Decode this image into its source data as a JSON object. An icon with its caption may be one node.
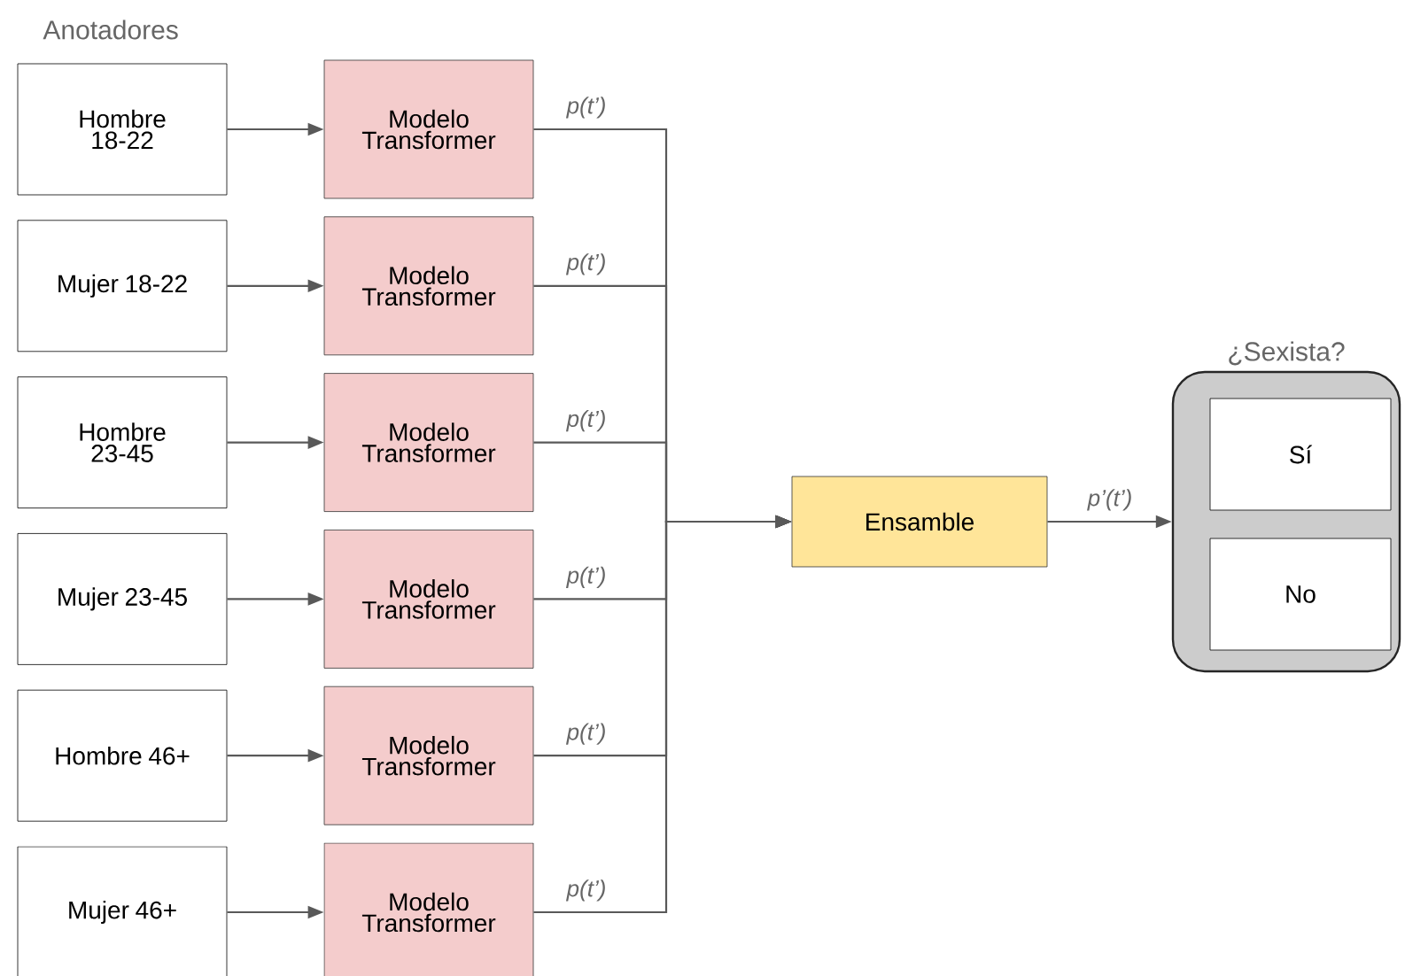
{
  "diagram": {
    "nodes": [
      {
        "text": [
          "Hombre 18-22"
        ]
      },
      {
        "text": [
          "Mujer 18-22"
        ]
      },
      {
        "text": [
          "Hombre 23-45"
        ]
      },
      {
        "text": [
          "Mujer 23-45"
        ]
      },
      {
        "text": [
          "Hombre 46+"
        ]
      },
      {
        "text": [
          "Mujer 46+"
        ]
      },
      {
        "text": [
          "Modelo Transformer"
        ]
      },
      {
        "text": [
          "Modelo Transformer"
        ]
      },
      {
        "text": [
          "Modelo Transformer"
        ]
      },
      {
        "text": [
          "Modelo Transformer"
        ]
      },
      {
        "text": [
          "Modelo Transformer"
        ]
      },
      {
        "text": [
          "Modelo Transformer"
        ]
      },
      {
        "text": [
          "Ensamble"
        ]
      },
      {
        "text": [
          "¿Sexista?"
        ]
      },
      {
        "text": [
          "Sí"
        ],
        "in": 13
      },
      {
        "text": [
          "No"
        ],
        "in": 13
      }
    ],
    "edges": [
      {
        "from": 0,
        "to": 6,
        "arrow": "to"
      },
      {
        "from": 1,
        "to": 7,
        "arrow": "to"
      },
      {
        "from": 2,
        "to": 8,
        "arrow": "to"
      },
      {
        "from": 3,
        "to": 9,
        "arrow": "to"
      },
      {
        "from": 4,
        "to": 10,
        "arrow": "to"
      },
      {
        "from": 5,
        "to": 11,
        "arrow": "to"
      },
      {
        "from": 6,
        "to": 12,
        "arrow": "to",
        "label": "p(t’)"
      },
      {
        "from": 7,
        "to": 12,
        "arrow": "to",
        "label": "p(t’)"
      },
      {
        "from": 8,
        "to": 12,
        "arrow": "to",
        "label": "p(t’)"
      },
      {
        "from": 9,
        "to": 12,
        "arrow": "to",
        "label": "p(t’)"
      },
      {
        "from": 10,
        "to": 12,
        "arrow": "to",
        "label": "p(t’)"
      },
      {
        "from": 11,
        "to": 12,
        "arrow": "to",
        "label": "p(t’)"
      },
      {
        "from": 12,
        "to": 13,
        "arrow": "to",
        "label": "p’(t’)"
      }
    ],
    "labels": [
      "Anotadores"
    ]
  }
}
